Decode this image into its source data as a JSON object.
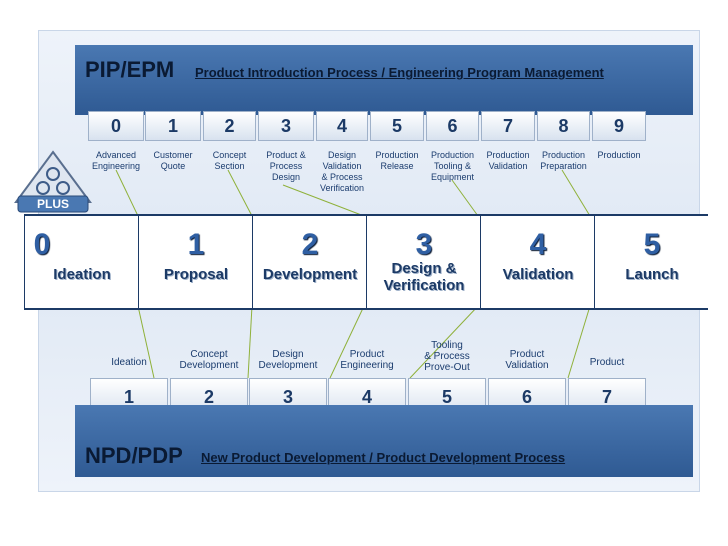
{
  "pip": {
    "title": "PIP/EPM",
    "subtitle": "Product Introduction Process / Engineering Program Management",
    "phases": [
      "0",
      "1",
      "2",
      "3",
      "4",
      "5",
      "6",
      "7",
      "8",
      "9"
    ],
    "labels": [
      "Advanced\nEngineering",
      "Customer\nQuote",
      "Concept\nSection",
      "Product &\nProcess\nDesign",
      "Design\nValidation\n& Process\nVerification",
      "Production\nRelease",
      "Production\nTooling &\nEquipment",
      "Production\nValidation",
      "Production\nPreparation",
      "Production"
    ]
  },
  "main": {
    "stages": [
      {
        "num": "0",
        "name": "Ideation"
      },
      {
        "num": "1",
        "name": "Proposal"
      },
      {
        "num": "2",
        "name": "Development"
      },
      {
        "num": "3",
        "name": "Design &\nVerification"
      },
      {
        "num": "4",
        "name": "Validation"
      },
      {
        "num": "5",
        "name": "Launch"
      }
    ]
  },
  "npd": {
    "title": "NPD/PDP",
    "subtitle": "New Product Development / Product Development Process",
    "phases": [
      "1",
      "2",
      "3",
      "4",
      "5",
      "6",
      "7"
    ],
    "labels": [
      "Ideation",
      "Concept\nDevelopment",
      "Design\nDevelopment",
      "Product\nEngineering",
      "Tooling\n& Process\nProve-Out",
      "Product\nValidation",
      "Product"
    ]
  },
  "logo": {
    "text": "PLUS"
  }
}
